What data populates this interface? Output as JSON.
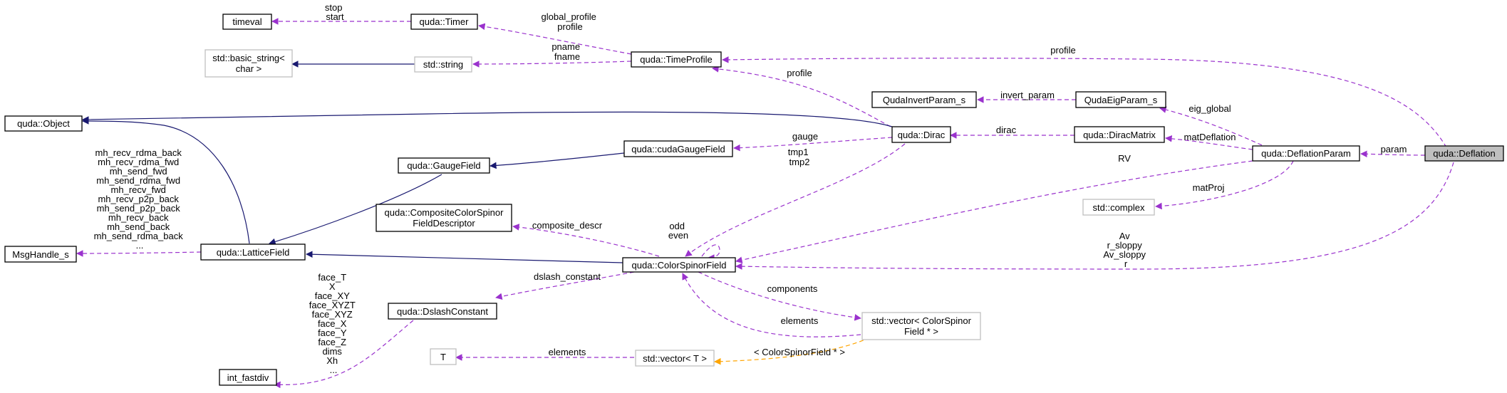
{
  "nodes": {
    "timeval": "timeval",
    "timer": "quda::Timer",
    "basic_string_1": "std::basic_string<",
    "basic_string_2": "char >",
    "string": "std::string",
    "timeprofile": "quda::TimeProfile",
    "object": "quda::Object",
    "msghandle": "MsgHandle_s",
    "gaugefield": "quda::GaugeField",
    "latticefield": "quda::LatticeField",
    "cudagaugefield": "quda::cudaGaugeField",
    "dirac": "quda::Dirac",
    "quda_invert": "QudaInvertParam_s",
    "quda_eig": "QudaEigParam_s",
    "diracmatrix": "quda::DiracMatrix",
    "deflationparam": "quda::DeflationParam",
    "deflation": "quda::Deflation",
    "complex": "std::complex",
    "composite_1": "quda::CompositeColorSpinor",
    "composite_2": "FieldDescriptor",
    "colorspinorfield": "quda::ColorSpinorField",
    "dslashconstant": "quda::DslashConstant",
    "int_fastdiv": "int_fastdiv",
    "t": "T",
    "vector_t": "std::vector< T >",
    "vector_csf_1": "std::vector< ColorSpinor",
    "vector_csf_2": "Field * >"
  },
  "edge_labels": {
    "stop_start": [
      "stop",
      "start"
    ],
    "global_profile": [
      "global_profile",
      "profile"
    ],
    "pname_fname": [
      "pname",
      "fname"
    ],
    "profile_top": [
      "profile"
    ],
    "profile_dirac": [
      "profile"
    ],
    "invert_param": [
      "invert_param"
    ],
    "eig_global": [
      "eig_global"
    ],
    "dirac": [
      "dirac"
    ],
    "gauge": [
      "gauge"
    ],
    "tmp": [
      "tmp1",
      "tmp2"
    ],
    "matdeflation": [
      "matDeflation"
    ],
    "param": [
      "param"
    ],
    "rv": [
      "RV"
    ],
    "matproj": [
      "matProj"
    ],
    "odd_even": [
      "odd",
      "even"
    ],
    "composite_descr": [
      "composite_descr"
    ],
    "mh": [
      "mh_recv_rdma_back",
      "mh_recv_rdma_fwd",
      "mh_send_fwd",
      "mh_send_rdma_fwd",
      "mh_recv_fwd",
      "mh_recv_p2p_back",
      "mh_send_p2p_back",
      "mh_recv_back",
      "mh_send_back",
      "mh_send_rdma_back",
      "..."
    ],
    "av": [
      "Av",
      "r_sloppy",
      "Av_sloppy",
      "r"
    ],
    "dslash_constant": [
      "dslash_constant"
    ],
    "components": [
      "components"
    ],
    "elements_csf": [
      "elements"
    ],
    "face": [
      "face_T",
      "X",
      "face_XY",
      "face_XYZT",
      "face_XYZ",
      "face_X",
      "face_Y",
      "face_Z",
      "dims",
      "Xh",
      "..."
    ],
    "elements_t": [
      "elements"
    ],
    "template_arg": [
      "< ColorSpinorField * >"
    ]
  },
  "colors": {
    "usage": "#9a32cd",
    "inherit": "#191970",
    "template": "#ffa500",
    "grey_border": "#bfbfbf",
    "focus_fill": "#bfbfbf"
  }
}
